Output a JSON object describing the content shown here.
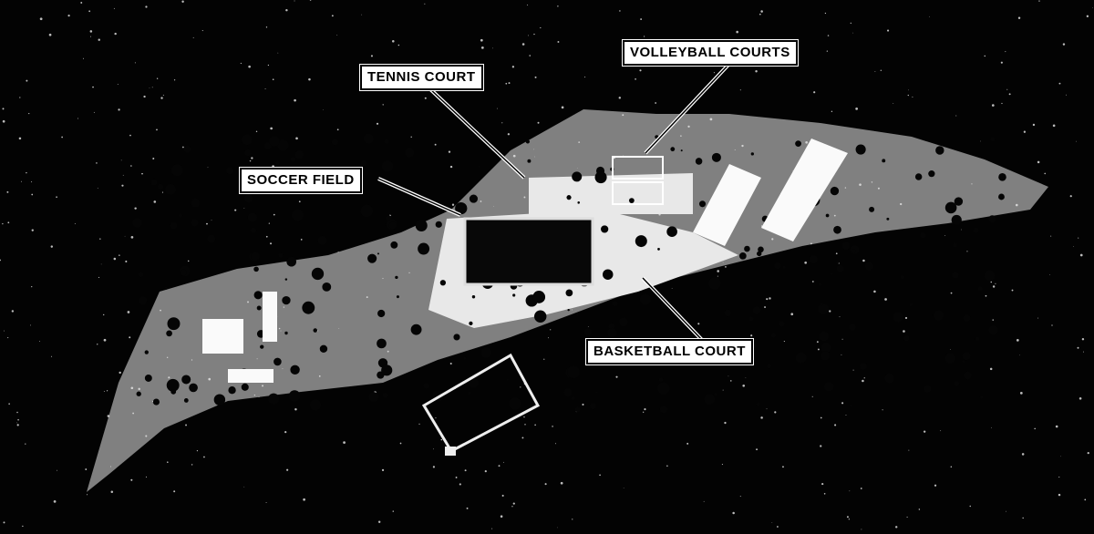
{
  "labels": {
    "tennis_court": "TENNIS COURT",
    "volleyball_courts": "VOLLEYBALL COURTS",
    "soccer_field": "SOCCER FIELD",
    "basketball_court": "BASKETBALL COURT"
  },
  "colors": {
    "background": "#030303",
    "land": "#f2f2f2",
    "label_bg": "#ffffff"
  }
}
